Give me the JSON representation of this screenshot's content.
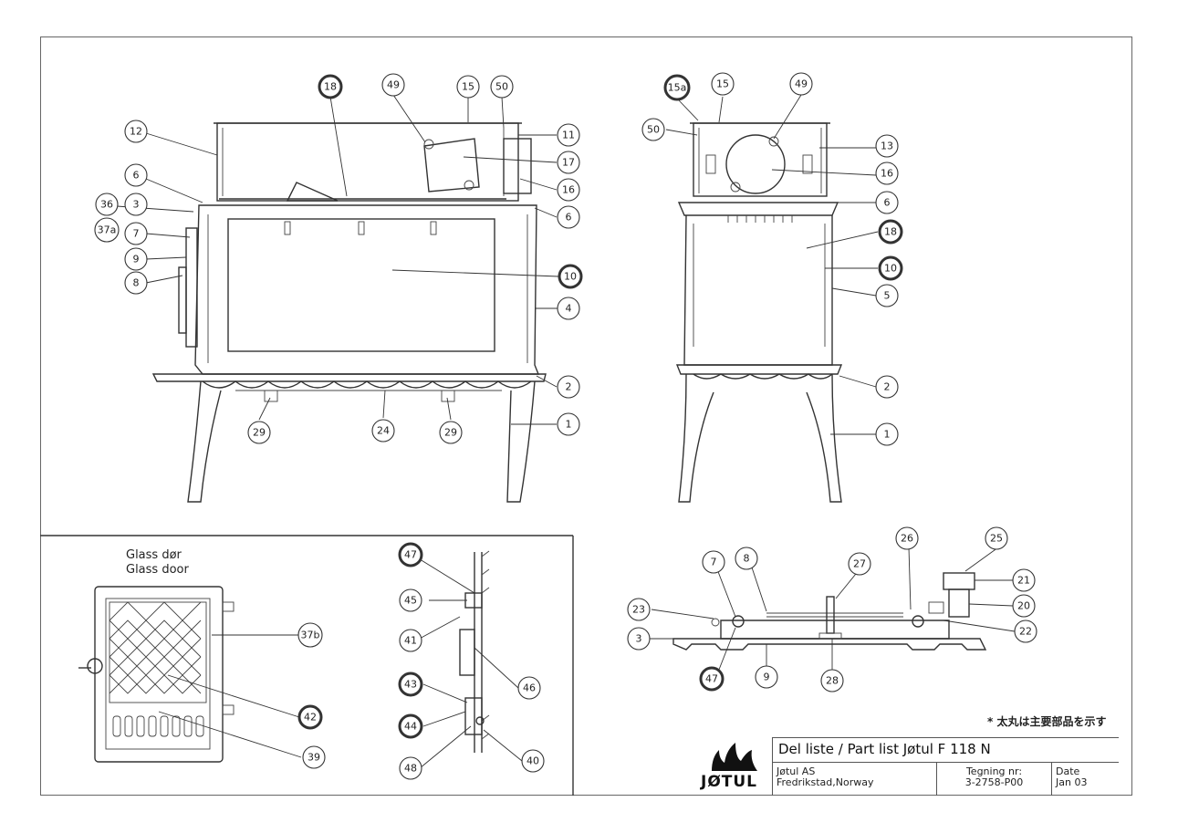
{
  "header": {
    "note": "* 太丸は主要部品を示す"
  },
  "door_caption": {
    "line1": "Glass dør",
    "line2": "Glass door"
  },
  "title_block": {
    "title": "Del liste / Part list Jøtul F 118 N",
    "company": "Jøtul AS",
    "location": "Fredrikstad,Norway",
    "drawing_label": "Tegning nr:",
    "drawing_no": "3-2758-P00",
    "date_label": "Date",
    "date": "Jan 03",
    "logo": "JØTUL"
  },
  "callouts": {
    "front": [
      {
        "id": "18",
        "bold": true
      },
      {
        "id": "49",
        "bold": false
      },
      {
        "id": "15",
        "bold": false
      },
      {
        "id": "50",
        "bold": false
      },
      {
        "id": "12",
        "bold": false
      },
      {
        "id": "11",
        "bold": false
      },
      {
        "id": "17",
        "bold": false
      },
      {
        "id": "16",
        "bold": false
      },
      {
        "id": "6",
        "bold": false
      },
      {
        "id": "36",
        "bold": false
      },
      {
        "id": "3",
        "bold": false
      },
      {
        "id": "6",
        "bold": false
      },
      {
        "id": "37a",
        "bold": false
      },
      {
        "id": "7",
        "bold": false
      },
      {
        "id": "9",
        "bold": false
      },
      {
        "id": "8",
        "bold": false
      },
      {
        "id": "10",
        "bold": true
      },
      {
        "id": "4",
        "bold": false
      },
      {
        "id": "2",
        "bold": false
      },
      {
        "id": "29",
        "bold": false
      },
      {
        "id": "24",
        "bold": false
      },
      {
        "id": "29",
        "bold": false
      },
      {
        "id": "1",
        "bold": false
      }
    ],
    "side": [
      {
        "id": "15a",
        "bold": true
      },
      {
        "id": "15",
        "bold": false
      },
      {
        "id": "49",
        "bold": false
      },
      {
        "id": "50",
        "bold": false
      },
      {
        "id": "13",
        "bold": false
      },
      {
        "id": "16",
        "bold": false
      },
      {
        "id": "6",
        "bold": false
      },
      {
        "id": "18",
        "bold": true
      },
      {
        "id": "10",
        "bold": true
      },
      {
        "id": "5",
        "bold": false
      },
      {
        "id": "2",
        "bold": false
      },
      {
        "id": "1",
        "bold": false
      }
    ],
    "door": [
      {
        "id": "37b",
        "bold": false
      },
      {
        "id": "42",
        "bold": true
      },
      {
        "id": "39",
        "bold": false
      }
    ],
    "section": [
      {
        "id": "47",
        "bold": true
      },
      {
        "id": "45",
        "bold": false
      },
      {
        "id": "41",
        "bold": false
      },
      {
        "id": "46",
        "bold": false
      },
      {
        "id": "43",
        "bold": true
      },
      {
        "id": "44",
        "bold": true
      },
      {
        "id": "48",
        "bold": false
      },
      {
        "id": "40",
        "bold": false
      }
    ],
    "plan": [
      {
        "id": "7",
        "bold": false
      },
      {
        "id": "8",
        "bold": false
      },
      {
        "id": "27",
        "bold": false
      },
      {
        "id": "26",
        "bold": false
      },
      {
        "id": "25",
        "bold": false
      },
      {
        "id": "21",
        "bold": false
      },
      {
        "id": "20",
        "bold": false
      },
      {
        "id": "23",
        "bold": false
      },
      {
        "id": "22",
        "bold": false
      },
      {
        "id": "3",
        "bold": false
      },
      {
        "id": "47",
        "bold": true
      },
      {
        "id": "9",
        "bold": false
      },
      {
        "id": "28",
        "bold": false
      }
    ]
  }
}
